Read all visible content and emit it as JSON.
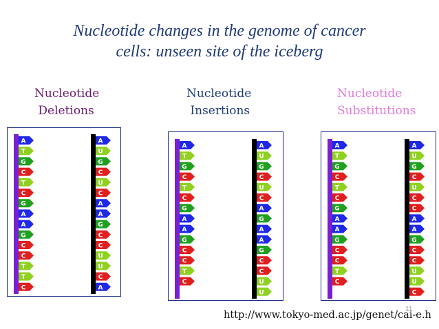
{
  "title": {
    "line1": "Nucleotide changes in the genome of cancer",
    "line2": "cells: unseen site of the iceberg"
  },
  "colors": {
    "title": "#1f3a78",
    "deletions": "#6a1b6e",
    "insertions": "#1f3a78",
    "substitutions": "#e27ad6",
    "strand_left": "#7a1fd1",
    "strand_right": "#000000",
    "base_A": "#1e28e6",
    "base_T": "#8fd11f",
    "base_U": "#8fd11f",
    "base_G": "#1fa01f",
    "base_C": "#e01f1f",
    "panel_border": "#1a2a8a"
  },
  "panels": [
    {
      "id": "deletions",
      "heading": [
        "Nucleotide",
        " Deletions"
      ],
      "left": [
        "A",
        "T",
        "G",
        "C",
        "T",
        "C",
        "G",
        "A",
        "A",
        "G",
        "C",
        "C",
        "T",
        "T",
        "C"
      ],
      "right": [
        "A",
        "U",
        "G",
        "C",
        "U",
        "C",
        "A",
        "A",
        "G",
        "C",
        "C",
        "U",
        "U",
        "C",
        "A"
      ]
    },
    {
      "id": "insertions",
      "heading": [
        "Nucleotide",
        " Insertions"
      ],
      "left": [
        "A",
        "T",
        "G",
        "C",
        "T",
        "C",
        "G",
        "A",
        "A",
        "G",
        "C",
        "C",
        "T",
        "C"
      ],
      "right": [
        "A",
        "U",
        "G",
        "C",
        "U",
        "C",
        "A",
        "G",
        "A",
        "A",
        "G",
        "C",
        "C",
        "U",
        "U"
      ]
    },
    {
      "id": "substitutions",
      "heading": [
        "Nucleotide",
        "Substitutions"
      ],
      "left": [
        "A",
        "T",
        "G",
        "C",
        "T",
        "C",
        "G",
        "A",
        "A",
        "G",
        "C",
        "C",
        "T",
        "C"
      ],
      "right": [
        "A",
        "U",
        "G",
        "C",
        "U",
        "C",
        "C",
        "A",
        "A",
        "G",
        "C",
        "C",
        "U",
        "U",
        "C"
      ]
    }
  ],
  "footer": {
    "url": "http://www.tokyo-med.ac.jp/genet/cai-e.h",
    "page": "11"
  }
}
